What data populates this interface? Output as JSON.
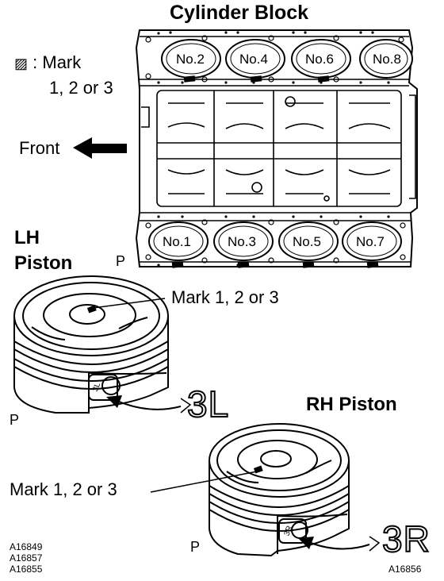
{
  "title": "Cylinder Block",
  "legend": {
    "symbol": "▨",
    "line1": ": Mark",
    "line2": "1, 2 or 3"
  },
  "front_label": "Front",
  "block": {
    "top_row": [
      "No.2",
      "No.4",
      "No.6",
      "No.8"
    ],
    "bottom_row": [
      "No.1",
      "No.3",
      "No.5",
      "No.7"
    ]
  },
  "lh_piston": {
    "title_line1": "LH",
    "title_line2": "Piston",
    "mark_label": "Mark 1, 2 or 3",
    "stamp": "3L",
    "small_stamp": "3L"
  },
  "rh_piston": {
    "title": "RH Piston",
    "mark_label": "Mark 1, 2 or 3",
    "stamp": "3R",
    "small_stamp": "3R"
  },
  "p_marks": [
    "P",
    "P",
    "P"
  ],
  "figure_codes": {
    "left": [
      "A16849",
      "A16857",
      "A16855"
    ],
    "right": "A16856"
  }
}
